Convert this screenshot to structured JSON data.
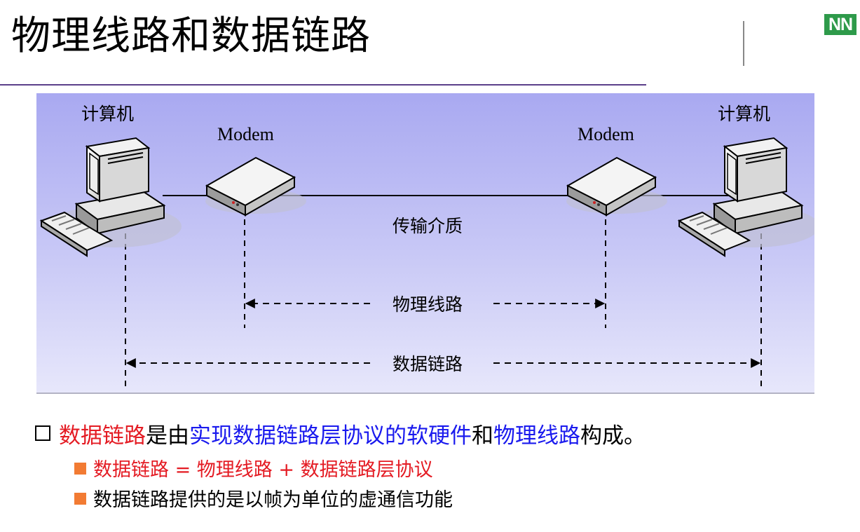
{
  "slide": {
    "title": "物理线路和数据链路",
    "logo_text": "NN"
  },
  "diagram": {
    "computer_left_label": "计算机",
    "computer_right_label": "计算机",
    "modem_left_label": "Modem",
    "modem_right_label": "Modem",
    "medium_label": "传输介质",
    "physical_line_label": "物理线路",
    "data_link_label": "数据链路"
  },
  "bullets": {
    "main": {
      "part1": "数据链路",
      "part2": "是由",
      "part3": "实现数据链路层协议的软硬件",
      "part4": "和",
      "part5": "物理线路",
      "part6": "构成。"
    },
    "sub1": "数据链路 = 物理线路 + 数据链路层协议",
    "sub2": "数据链路提供的是以帧为单位的虚通信功能"
  },
  "colors": {
    "title_rule": "#5b3f8a",
    "logo_green": "#2e9a4a",
    "highlight_red": "#e41b23",
    "highlight_blue": "#1a1aee",
    "sub_bullet_orange": "#f27b33",
    "diagram_top": "#a9a9f1",
    "diagram_bottom": "#e7e7fb"
  }
}
